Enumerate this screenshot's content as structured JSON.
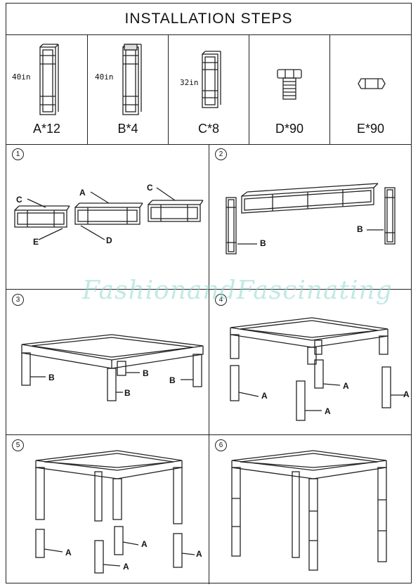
{
  "title": "INSTALLATION STEPS",
  "parts": [
    {
      "qty": "A*12",
      "length": "40in",
      "icon": "truss-long"
    },
    {
      "qty": "B*4",
      "length": "40in",
      "icon": "truss-long-plate"
    },
    {
      "qty": "C*8",
      "length": "32in",
      "icon": "truss-short"
    },
    {
      "qty": "D*90",
      "length": "",
      "icon": "bolt"
    },
    {
      "qty": "E*90",
      "length": "",
      "icon": "nut"
    }
  ],
  "steps": [
    {
      "number": "1",
      "labels": [
        "C",
        "A",
        "C",
        "E",
        "D"
      ]
    },
    {
      "number": "2",
      "labels": [
        "B",
        "B"
      ]
    },
    {
      "number": "3",
      "labels": [
        "B",
        "B",
        "B",
        "B"
      ]
    },
    {
      "number": "4",
      "labels": [
        "A",
        "A",
        "A",
        "A"
      ]
    },
    {
      "number": "5",
      "labels": [
        "A",
        "A",
        "A",
        "A"
      ]
    },
    {
      "number": "6",
      "labels": []
    }
  ],
  "watermark": "FashionandFascinating"
}
